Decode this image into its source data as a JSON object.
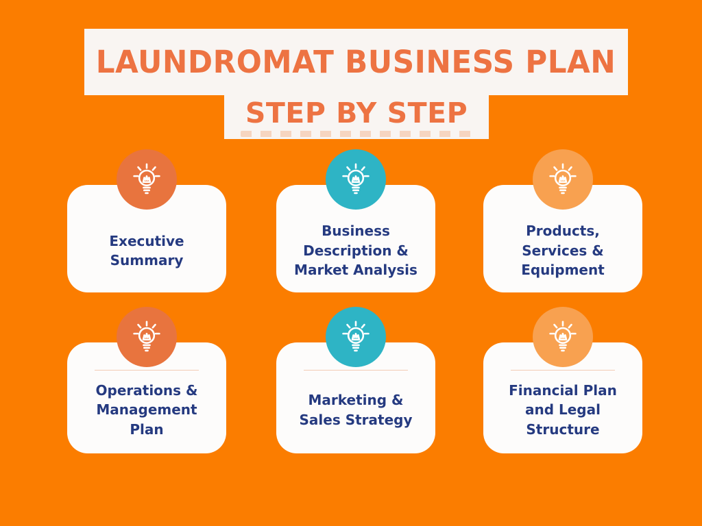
{
  "colors": {
    "background": "#FB7D00",
    "panel": "#F9F5F2",
    "card": "#FDFCFB",
    "title_text": "#ED7342",
    "card_text": "#253A80",
    "divider": "#F3CBB4",
    "circle_orange_dark": "#E8743E",
    "circle_teal": "#2EB4C5",
    "circle_orange_light": "#F8A150"
  },
  "title": {
    "line1": "LAUNDROMAT BUSINESS PLAN",
    "line2": "STEP BY STEP"
  },
  "cards": [
    {
      "label": "Executive\nSummary",
      "circle_color": "#E8743E",
      "icon": "lightbulb"
    },
    {
      "label": "Business\nDescription &\nMarket Analysis",
      "circle_color": "#2EB4C5",
      "icon": "lightbulb"
    },
    {
      "label": "Products,\nServices &\nEquipment",
      "circle_color": "#F8A150",
      "icon": "lightbulb"
    },
    {
      "label": "Operations &\nManagement\nPlan",
      "circle_color": "#E8743E",
      "icon": "lightbulb"
    },
    {
      "label": "Marketing &\nSales Strategy",
      "circle_color": "#2EB4C5",
      "icon": "lightbulb"
    },
    {
      "label": "Financial Plan\nand Legal\nStructure",
      "circle_color": "#F8A150",
      "icon": "lightbulb"
    }
  ]
}
